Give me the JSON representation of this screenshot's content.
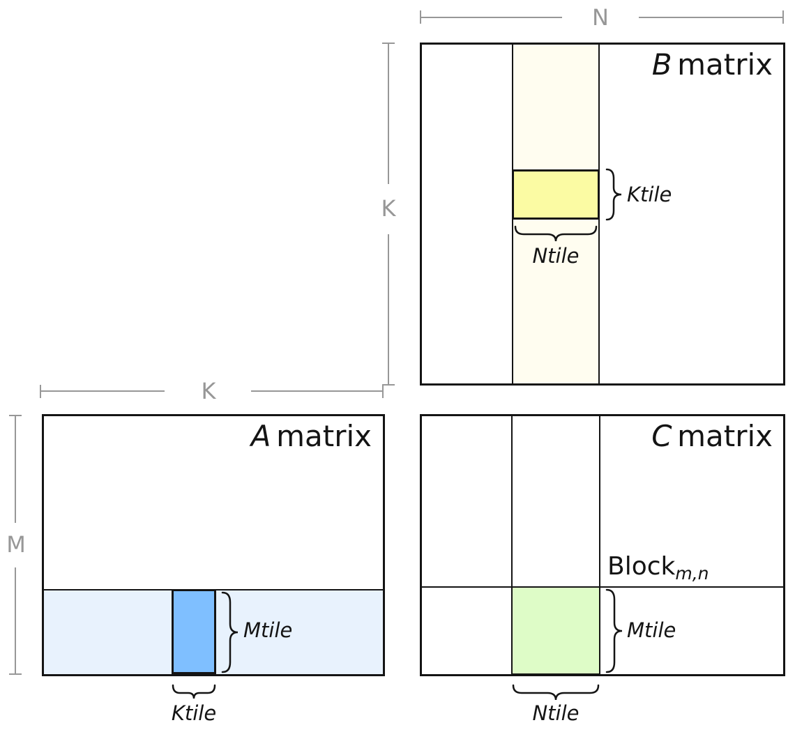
{
  "colors": {
    "ink": "#141414",
    "dim-line": "#979797",
    "b-panel-fill": "#fffdf0",
    "b-tile-fill": "#fbfba3",
    "a-panel-fill": "#e8f2fd",
    "a-tile-fill": "#7fbfff",
    "c-tile-fill": "#defcc7"
  },
  "dimensions": {
    "n": "N",
    "k_beside_b": "K",
    "k_above_a": "K",
    "m": "M"
  },
  "b_matrix": {
    "name": "B",
    "suffix": "matrix",
    "ktile_label": "Ktile",
    "ntile_label": "Ntile"
  },
  "a_matrix": {
    "name": "A",
    "suffix": "matrix",
    "mtile_label": "Mtile",
    "ktile_label": "Ktile"
  },
  "c_matrix": {
    "name": "C",
    "suffix": "matrix",
    "block_label": "Block",
    "block_subscript": "m,n",
    "mtile_label": "Mtile",
    "ntile_label": "Ntile"
  }
}
